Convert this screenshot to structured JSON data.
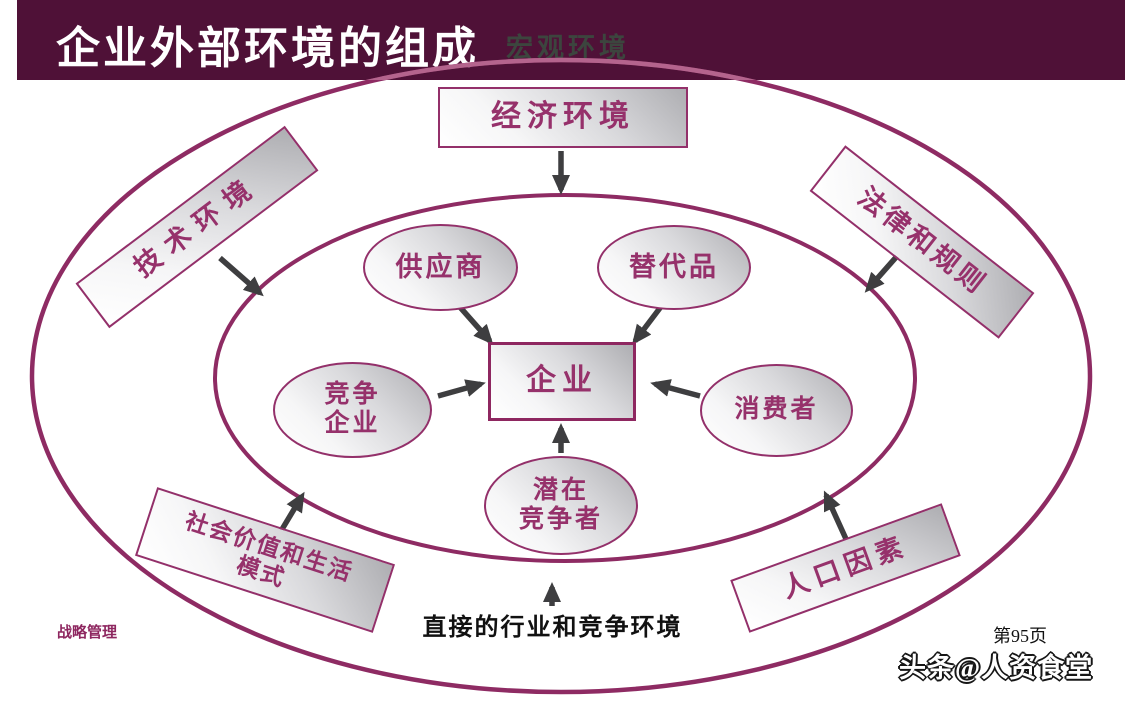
{
  "header": {
    "title": "企业外部环境的组成",
    "macro_label": "宏观环境"
  },
  "outer_boxes": {
    "economic": {
      "label": "经济环境"
    },
    "technology": {
      "label": "技术环境"
    },
    "legal": {
      "label": "法律和规则"
    },
    "social": {
      "line1": "社会价值和生活",
      "line2": "模式"
    },
    "population": {
      "label": "人口因素"
    }
  },
  "inner_shapes": {
    "supplier": {
      "label": "供应商"
    },
    "substitute": {
      "label": "替代品"
    },
    "competitor": {
      "line1": "竞争",
      "line2": "企业"
    },
    "consumer": {
      "label": "消费者"
    },
    "potential": {
      "line1": "潜在",
      "line2": "竞争者"
    },
    "enterprise": {
      "label": "企业"
    }
  },
  "bottom": {
    "caption": "直接的行业和竞争环境"
  },
  "footer": {
    "left_label": "战略管理",
    "page_label": "第95页",
    "watermark": "头条@人资食堂"
  },
  "colors": {
    "header_bg": "#4F1137",
    "ellipse_stroke": "#8E2B63",
    "header_arc": "#B4648D",
    "shape_border": "#93306A",
    "shape_text": "#96316B",
    "arrow": "#3E3E40"
  }
}
